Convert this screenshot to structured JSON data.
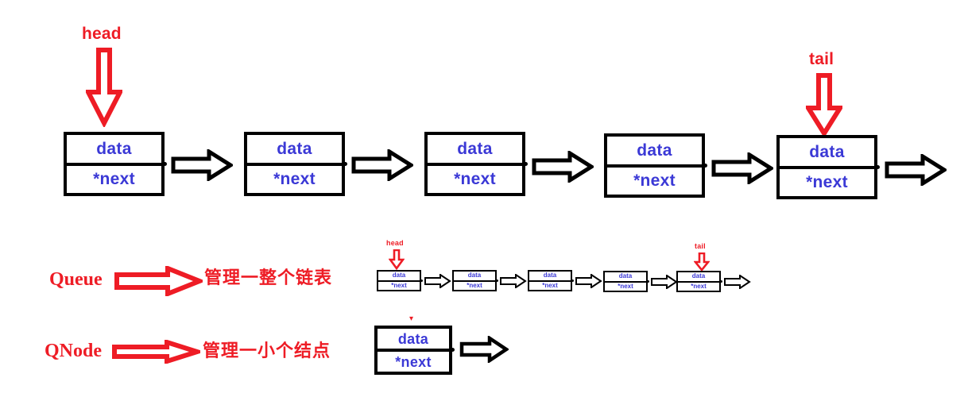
{
  "diagram": {
    "title_text": "",
    "colors": {
      "pointer_red": "#ee1c25",
      "node_text_blue": "#3b39d6",
      "outline_black": "#000000",
      "background": "#ffffff"
    },
    "main_list": {
      "pointers": [
        {
          "name": "head",
          "label": "head",
          "node_index": 0
        },
        {
          "name": "tail",
          "label": "tail",
          "node_index": 4
        }
      ],
      "node_count": 5,
      "nodes": [
        {
          "data_label": "data",
          "next_label": "*next"
        },
        {
          "data_label": "data",
          "next_label": "*next"
        },
        {
          "data_label": "data",
          "next_label": "*next"
        },
        {
          "data_label": "data",
          "next_label": "*next"
        },
        {
          "data_label": "data",
          "next_label": "*next"
        }
      ],
      "arrow_count": 5,
      "arrow_symbol": "hollow-right-arrow"
    },
    "mini_list": {
      "pointers": [
        {
          "name": "head",
          "label": "head",
          "node_index": 0
        },
        {
          "name": "tail",
          "label": "tail",
          "node_index": 4
        }
      ],
      "node_count": 5,
      "nodes": [
        {
          "data_label": "data",
          "next_label": "*next"
        },
        {
          "data_label": "data",
          "next_label": "*next"
        },
        {
          "data_label": "data",
          "next_label": "*next"
        },
        {
          "data_label": "data",
          "next_label": "*next"
        },
        {
          "data_label": "data",
          "next_label": "*next"
        }
      ],
      "arrow_count": 5,
      "arrow_symbol": "hollow-right-arrow"
    },
    "single_node": {
      "data_label": "data",
      "next_label": "*next",
      "arrow_symbol": "hollow-right-arrow",
      "tick_symbol": "▾"
    },
    "legend": [
      {
        "term": "Queue",
        "arrow": "red-hollow-right-arrow",
        "description": "管理一整个链表"
      },
      {
        "term": "QNode",
        "arrow": "red-thin-right-arrow",
        "description": "管理一小个结点"
      }
    ]
  }
}
